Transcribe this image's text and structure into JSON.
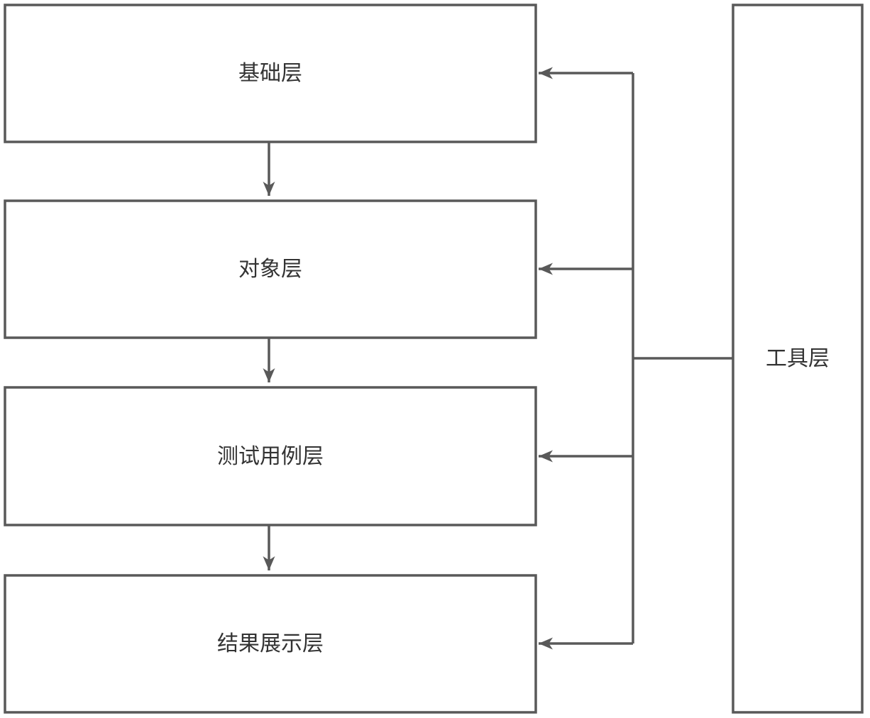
{
  "diagram": {
    "type": "layered-architecture-flowchart",
    "layers": [
      {
        "id": "base-layer",
        "label": "基础层"
      },
      {
        "id": "object-layer",
        "label": "对象层"
      },
      {
        "id": "testcase-layer",
        "label": "测试用例层"
      },
      {
        "id": "result-layer",
        "label": "结果展示层"
      }
    ],
    "side_layer": {
      "id": "tool-layer",
      "label": "工具层"
    },
    "flow": [
      {
        "from": "基础层",
        "to": "对象层"
      },
      {
        "from": "对象层",
        "to": "测试用例层"
      },
      {
        "from": "测试用例层",
        "to": "结果展示层"
      },
      {
        "from": "工具层",
        "to": "基础层"
      },
      {
        "from": "工具层",
        "to": "对象层"
      },
      {
        "from": "工具层",
        "to": "测试用例层"
      },
      {
        "from": "工具层",
        "to": "结果展示层"
      }
    ],
    "colors": {
      "line": "#595959",
      "text": "#333333",
      "node_fill": "#ffffff",
      "background": "#ffffff"
    }
  }
}
